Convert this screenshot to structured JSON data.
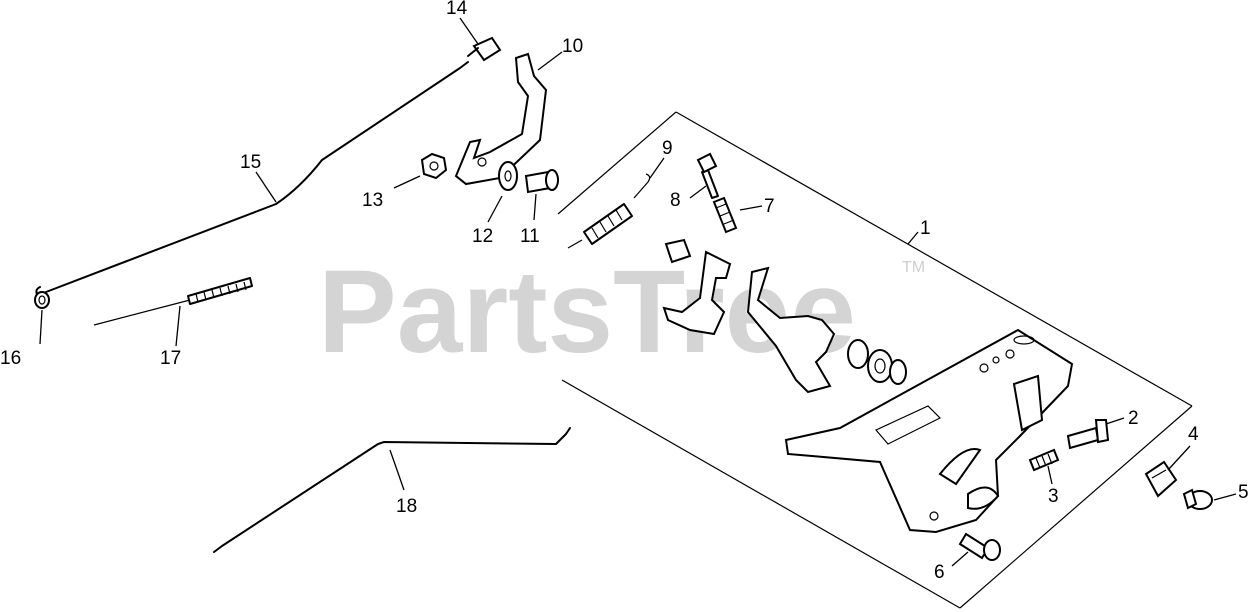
{
  "watermark": {
    "text": "PartsTree",
    "trademark": "TM"
  },
  "callouts": {
    "c1": "1",
    "c2": "2",
    "c3": "3",
    "c4": "4",
    "c5": "5",
    "c6": "6",
    "c7": "7",
    "c8": "8",
    "c9": "9",
    "c10": "10",
    "c11": "11",
    "c12": "12",
    "c13": "13",
    "c14": "14",
    "c15": "15",
    "c16": "16",
    "c17": "17",
    "c18": "18"
  }
}
